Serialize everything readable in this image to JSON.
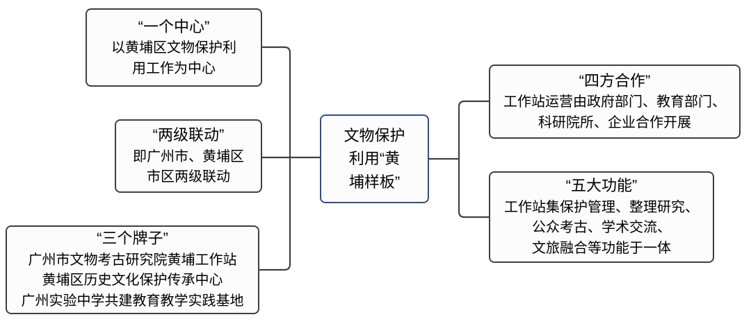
{
  "diagram": {
    "center": {
      "lines": [
        "文物保护",
        "利用“黄",
        "埔样板”"
      ]
    },
    "left_boxes": [
      {
        "title": "“一个中心”",
        "body_lines": [
          "以黄埔区文物保护利",
          "用工作为中心"
        ]
      },
      {
        "title": "“两级联动”",
        "body_lines": [
          "即广州市、黄埔区",
          "市区两级联动"
        ]
      },
      {
        "title": "“三个牌子”",
        "body_lines": [
          "广州市文物考古研究院黄埔工作站",
          "黄埔区历史文化保护传承中心",
          "广州实验中学共建教育教学实践基地"
        ]
      }
    ],
    "right_boxes": [
      {
        "title": "“四方合作”",
        "body_lines": [
          "工作站运营由政府部门、教育部门、",
          "科研院所、企业合作开展"
        ]
      },
      {
        "title": "“五大功能”",
        "body_lines": [
          "工作站集保护管理、整理研究、",
          "公众考古、学术交流、",
          "文旅融合等功能于一体"
        ]
      }
    ],
    "colors": {
      "page_bg": "#ffffff",
      "box_border": "#3f3f3f",
      "box_fill": "#fcfcfc",
      "line": "#404040",
      "center_border": "#2e4d8c",
      "text": "#000000"
    }
  }
}
